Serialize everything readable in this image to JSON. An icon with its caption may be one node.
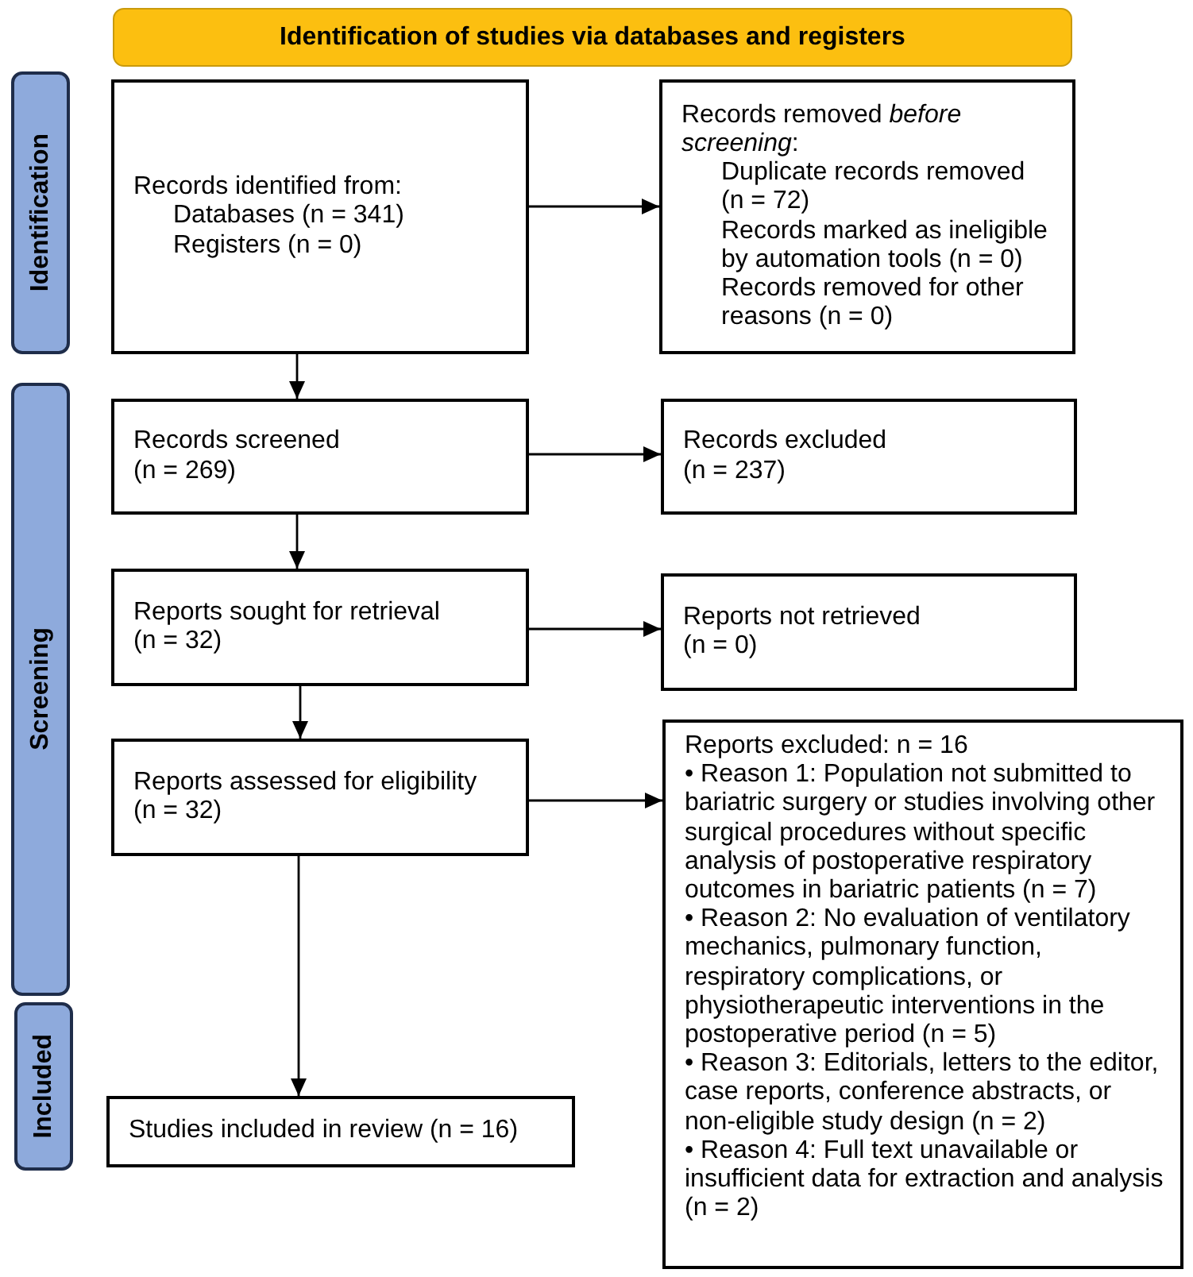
{
  "diagram": {
    "nodes": [
      {
        "text": [
          "Identification of studies via databases and registers"
        ]
      },
      {
        "text": [
          "Identification"
        ]
      },
      {
        "text": [
          "Records identified from:",
          "Databases (n = 341)",
          "Registers (n = 0)"
        ]
      },
      {
        "text": [
          "Records removed *before screening*:",
          "Duplicate records removed (n = 72)",
          "Records marked as ineligible by automation tools (n = 0)",
          "Records removed for other reasons (n = 0)"
        ]
      },
      {
        "text": [
          "Screening"
        ]
      },
      {
        "text": [
          "Records screened",
          "(n = 269)"
        ]
      },
      {
        "text": [
          "Records excluded",
          "(n = 237)"
        ]
      },
      {
        "text": [
          "Reports sought for retrieval",
          "(n = 32)"
        ]
      },
      {
        "text": [
          "Reports not retrieved",
          "(n = 0)"
        ]
      },
      {
        "text": [
          "Reports assessed for eligibility",
          "(n = 32)"
        ]
      },
      {
        "text": [
          "Reports excluded: n = 16",
          "• Reason 1: Population not submitted to bariatric surgery or studies involving other surgical procedures without specific analysis of postoperative respiratory outcomes in bariatric patients (n = 7)",
          "• Reason 2: No evaluation of ventilatory mechanics, pulmonary function, respiratory complications, or physiotherapeutic interventions in the postoperative period (n = 5)",
          "• Reason 3: Editorials, letters to the editor, case reports, conference abstracts, or non-eligible study design (n = 2)",
          "• Reason 4: Full text unavailable or insufficient data for extraction and analysis (n = 2)"
        ]
      },
      {
        "text": [
          "Included"
        ]
      },
      {
        "text": [
          "Studies included in review (n = 16)"
        ]
      }
    ],
    "edges": [
      {
        "from": 2,
        "to": 3,
        "arrow": "to"
      },
      {
        "from": 2,
        "to": 5,
        "arrow": "to"
      },
      {
        "from": 5,
        "to": 6,
        "arrow": "to"
      },
      {
        "from": 5,
        "to": 7,
        "arrow": "to"
      },
      {
        "from": 7,
        "to": 8,
        "arrow": "to"
      },
      {
        "from": 7,
        "to": 9,
        "arrow": "to"
      },
      {
        "from": 9,
        "to": 10,
        "arrow": "to"
      },
      {
        "from": 9,
        "to": 12,
        "arrow": "to"
      }
    ]
  }
}
